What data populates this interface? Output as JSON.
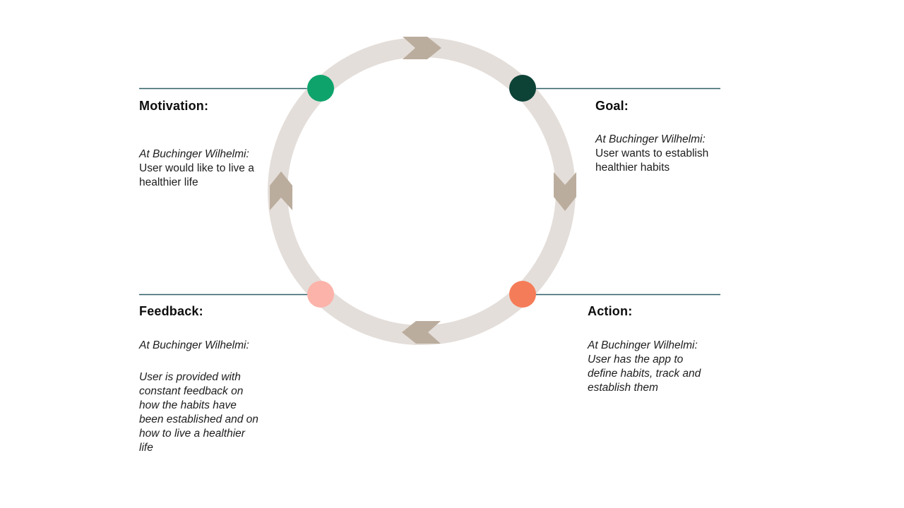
{
  "diagram": {
    "ring": {
      "color": "#E4DEDA",
      "arrow_color": "#BBAD9D",
      "line_color": "#2E5F66"
    },
    "sections": {
      "motivation": {
        "label": "Motivation:",
        "intro": "At Buchinger Wilhelmi:",
        "body": "User would like to live a healthier life",
        "dot_color": "#0FA36C"
      },
      "goal": {
        "label": "Goal:",
        "intro": "At Buchinger Wilhelmi:",
        "body": "User wants to establish healthier habits",
        "dot_color": "#0D4237"
      },
      "feedback": {
        "label": "Feedback:",
        "intro": "At Buchinger Wilhelmi:",
        "body": "User is provided with constant feedback on how the habits have been established and on how to live a healthier life",
        "dot_color": "#FBB3AA"
      },
      "action": {
        "label": "Action:",
        "intro": "At Buchinger Wilhelmi:",
        "body": "User has the app to define habits, track and establish them",
        "dot_color": "#F57C58"
      }
    }
  }
}
